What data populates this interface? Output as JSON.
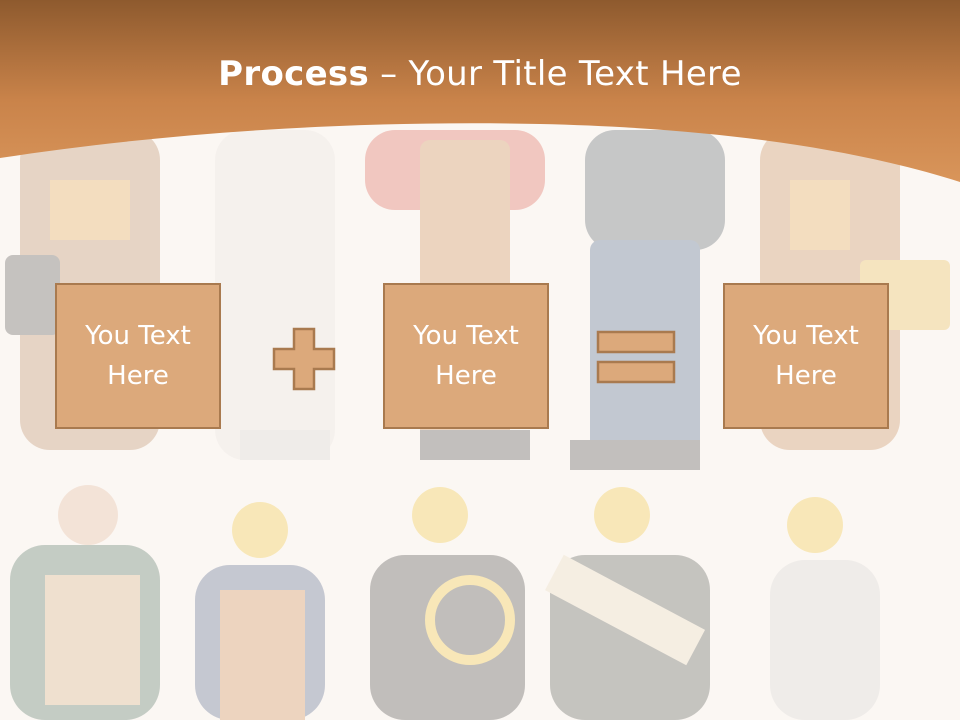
{
  "slide": {
    "title_bold": "Process",
    "title_rest": " – Your Title Text Here",
    "boxes": [
      {
        "label": "You Text Here"
      },
      {
        "label": "You Text Here"
      },
      {
        "label": "You Text Here"
      }
    ],
    "operators": [
      "plus-icon",
      "equals-icon"
    ]
  },
  "colors": {
    "header": "#c9834a",
    "box_fill": "#dca97b",
    "box_border": "#a97a4f",
    "text": "#ffffff",
    "background": "#fbf7f3"
  }
}
